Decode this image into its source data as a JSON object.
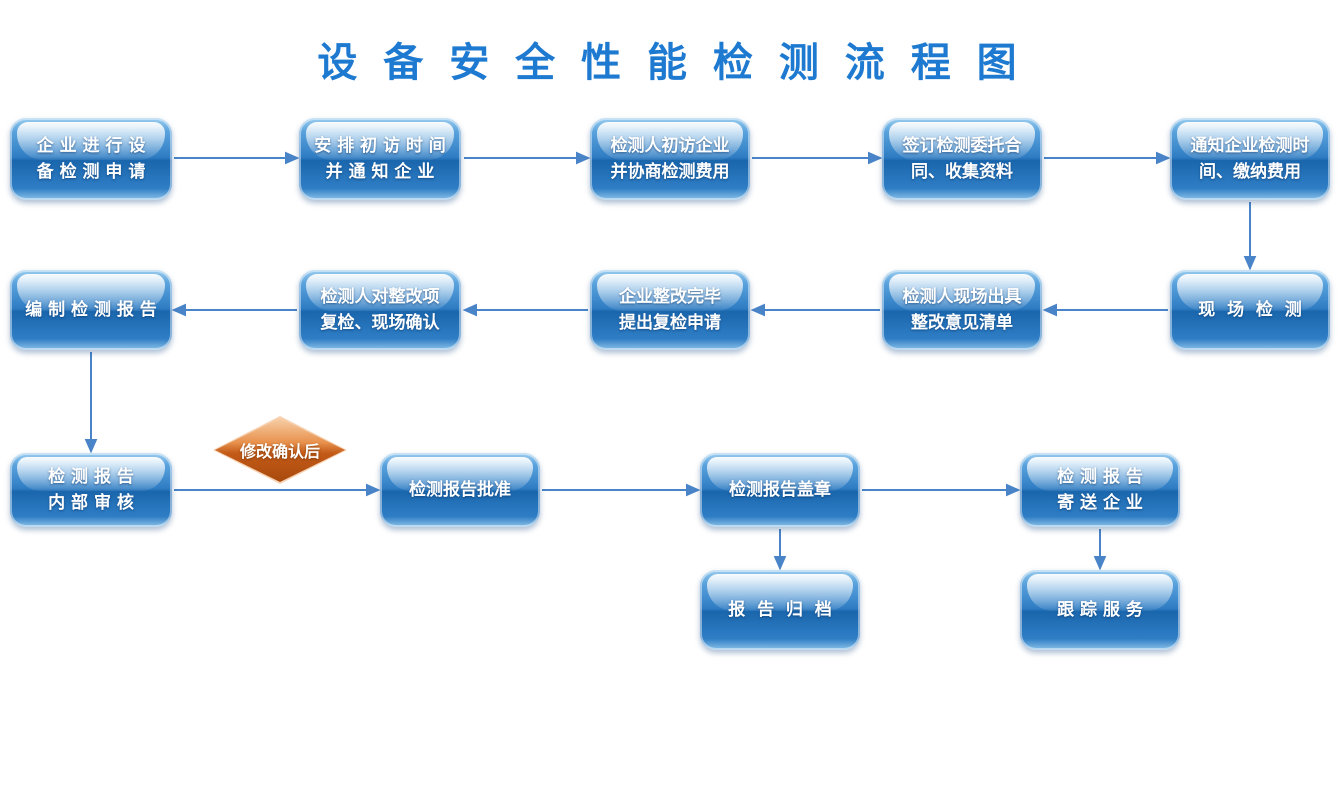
{
  "title": "设 备 安 全 性 能 检 测 流 程 图",
  "nodes": {
    "apply": "企 业 进 行 设\n备 检 测 申 请",
    "schedule": "安 排 初 访 时 间\n并 通 知 企 业",
    "first_visit": "检测人初访企业\n并协商检测费用",
    "sign_contract": "签订检测委托合\n同、收集资料",
    "notify_time": "通知企业检测时\n间、缴纳费用",
    "onsite_test": "现  场  检  测",
    "issue_list": "检测人现场出具\n整改意见清单",
    "recheck_apply": "企业整改完毕\n提出复检申请",
    "recheck_confirm": "检测人对整改项\n复检、现场确认",
    "compile_report": "编 制 检 测 报 告",
    "internal_review": "检 测 报 告\n内 部 审 核",
    "approve": "检测报告批准",
    "stamp": "检测报告盖章",
    "send": "检 测 报 告\n寄 送 企 业",
    "archive": "报  告  归  档",
    "tracking": "跟 踪 服 务"
  },
  "decision": {
    "modify_confirm": "修改确认后"
  },
  "colors": {
    "title_blue": "#1e7ad0",
    "node_gradient_top": "#9ccdef",
    "node_gradient_mid": "#1a66ad",
    "node_gradient_bottom": "#8cc2e9",
    "node_text": "#ffffff",
    "arrow_blue": "#4a84c8",
    "diamond_gradient_top": "#f7cfa8",
    "diamond_gradient_bottom": "#a84a0e",
    "background": "#ffffff"
  }
}
